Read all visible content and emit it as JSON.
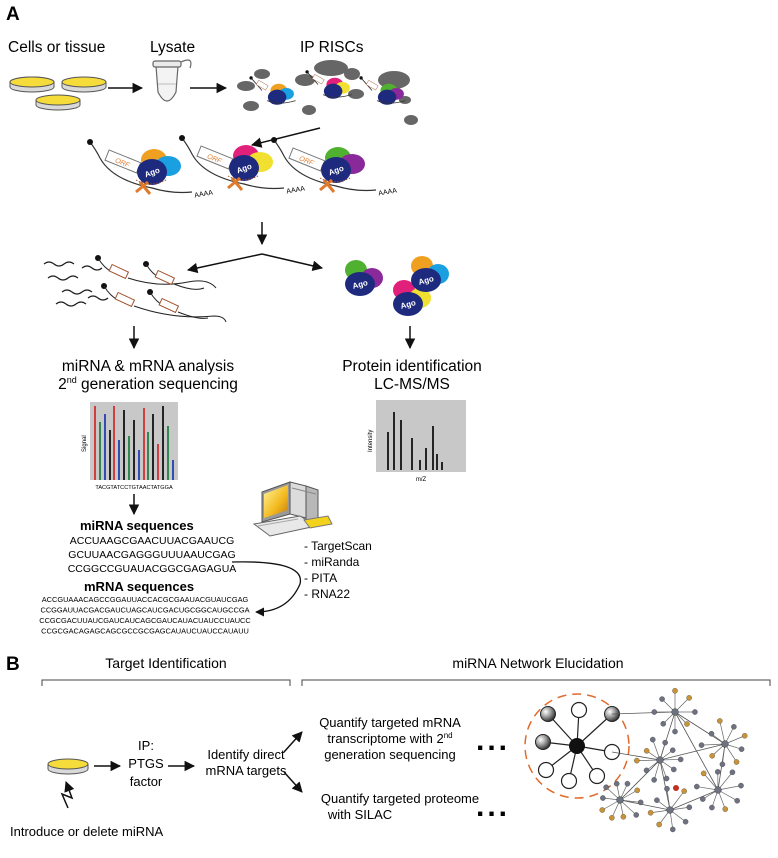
{
  "panel_a": {
    "label": "A",
    "cells_label": "Cells or tissue",
    "lysate_label": "Lysate",
    "ip_label": "IP RISCs",
    "orf_label": "ORF",
    "ago_label": "Ago",
    "polya_label": "AAAA",
    "analysis_left_line1": "miRNA & mRNA analysis",
    "analysis_left_line2_pre": "2",
    "analysis_left_line2_sup": "nd",
    "analysis_left_line2_post": " generation sequencing",
    "analysis_right_line1": "Protein identification",
    "analysis_right_line2": "LC-MS/MS",
    "seq_chart": {
      "ylabel": "Signal",
      "xlabel": "TACGTATCCTGTAACTATGGA"
    },
    "ms_chart": {
      "ylabel": "Intensity",
      "xlabel": "m/Z"
    },
    "mirna_title": "miRNA sequences",
    "mirna_seqs": [
      "ACCUAAGCGAACUUACGAAUCG",
      "GCUUAACGAGGGUUUAAUCGAG",
      "CCGGCCGUAUACGGCGAGAGUA"
    ],
    "mrna_title": "mRNA sequences",
    "mrna_seqs": [
      "ACCGUAAACAGCCGGAUUACCACGCGAAUACGUAUCGAG",
      "CCGGAUUACGACGAUCUAGCAUCGACUGCGGCAUGCCGA",
      "CCGCGACUUAUCGAUCAUCAGCGAUCAUACUAUCCUAUCC",
      "CCGCGACAGAGCAGCGCCGCGAGCAUAUCUAUCCAUAUU"
    ],
    "tools": [
      "- TargetScan",
      "- miRanda",
      "- PITA",
      "- RNA22"
    ]
  },
  "panel_b": {
    "label": "B",
    "target_id_header": "Target Identification",
    "network_header": "miRNA Network Elucidation",
    "ip_line1": "IP:",
    "ip_line2": "PTGS",
    "ip_line3": "factor",
    "identify_line1": "Identify direct",
    "identify_line2": "mRNA targets",
    "quant_mrna_line1": "Quantify targeted mRNA",
    "quant_mrna_line2_pre": "transcriptome with 2",
    "quant_mrna_line2_sup": "nd",
    "quant_mrna_line3": "generation sequencing",
    "quant_protein_line1": "Quantify targeted proteome",
    "quant_protein_line2": "with SILAC",
    "ellipsis": "...",
    "introduce_label": "Introduce or delete miRNA"
  },
  "colors": {
    "dish_fill": "#f2d21c",
    "ago_blue": "#1d2a7e",
    "orange": "#e07a2a",
    "chart_bg": "#c8c8c8",
    "network_ring": "#e06a2a",
    "node_orange": "#c8943a",
    "node_gray": "#6e7280"
  }
}
